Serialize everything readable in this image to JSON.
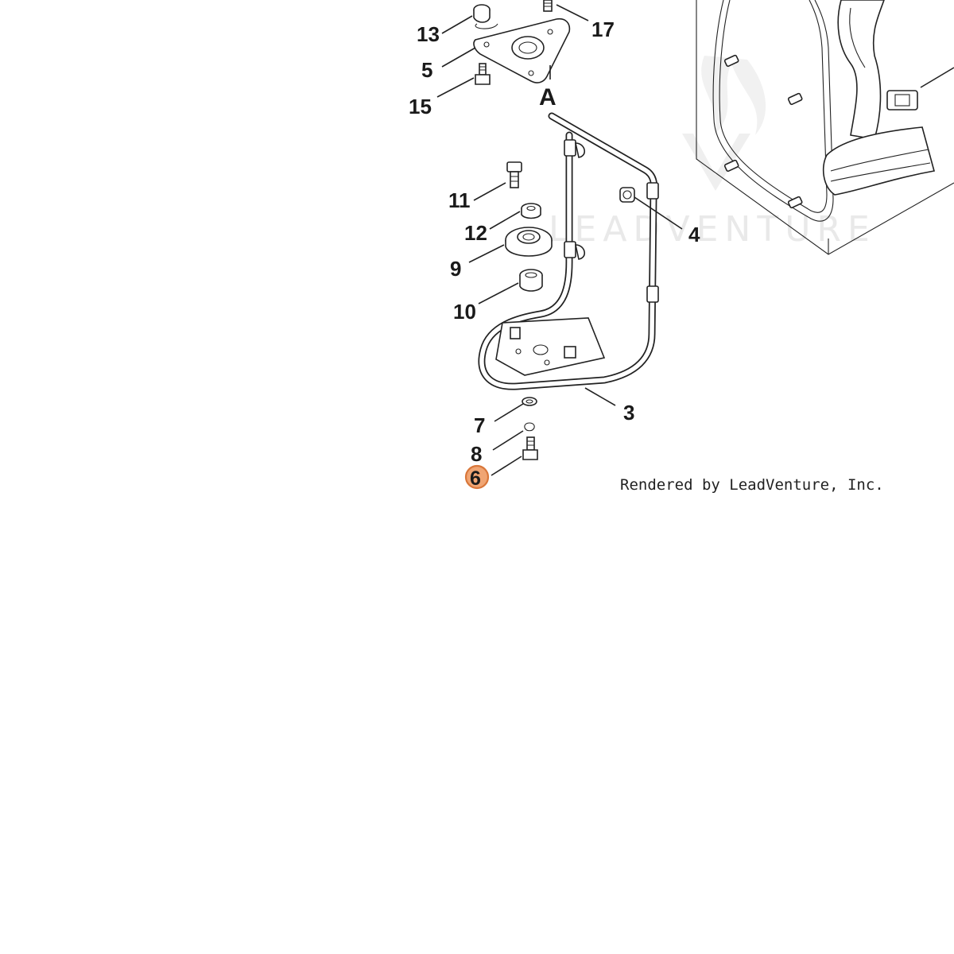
{
  "diagram": {
    "view_label": "A",
    "watermark": "LEADVENTURE",
    "credit": "Rendered by LeadVenture, Inc.",
    "highlight_color": "#f0a573",
    "callouts": {
      "c13": "13",
      "c5": "5",
      "c15": "15",
      "c17": "17",
      "c11": "11",
      "c12": "12",
      "c9": "9",
      "c10": "10",
      "c4": "4",
      "c3": "3",
      "c7": "7",
      "c8": "8",
      "c6": "6"
    },
    "selected_callout": "6"
  }
}
